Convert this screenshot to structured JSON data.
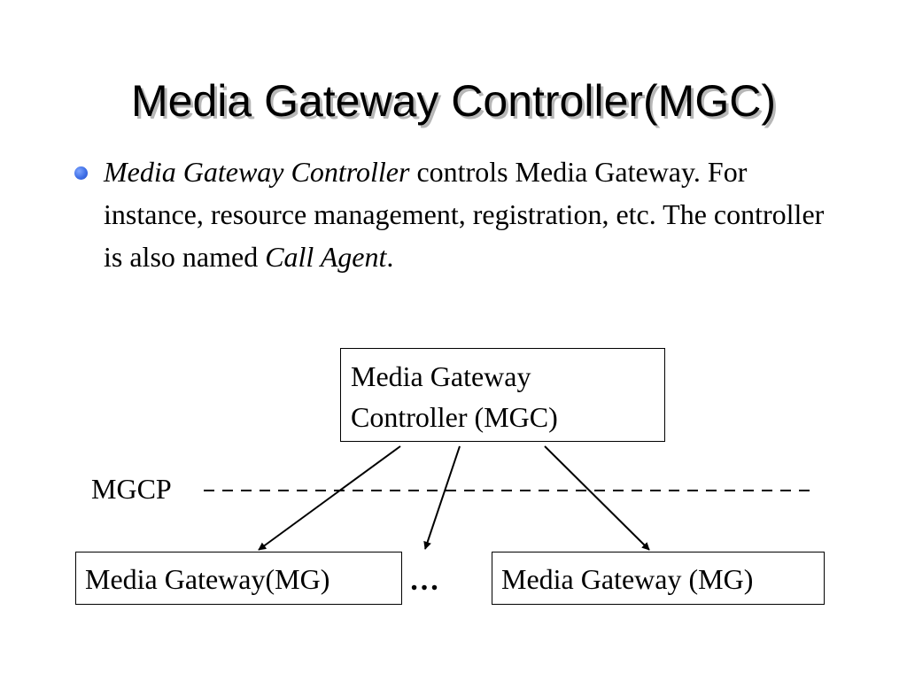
{
  "slide": {
    "title": "Media Gateway Controller(MGC)",
    "bullet": {
      "italic_lead": "Media Gateway Controller",
      "text_main": " controls Media Gateway. For instance, resource management, registration, etc. The controller is also named ",
      "italic_term": "Call Agent",
      "text_end": "."
    }
  },
  "diagram": {
    "controller_line1": "Media Gateway",
    "controller_line2": "Controller (MGC)",
    "protocol_label": "MGCP",
    "gateway_left": "Media Gateway(MG)",
    "ellipsis": "…",
    "gateway_right": "Media Gateway (MG)"
  }
}
